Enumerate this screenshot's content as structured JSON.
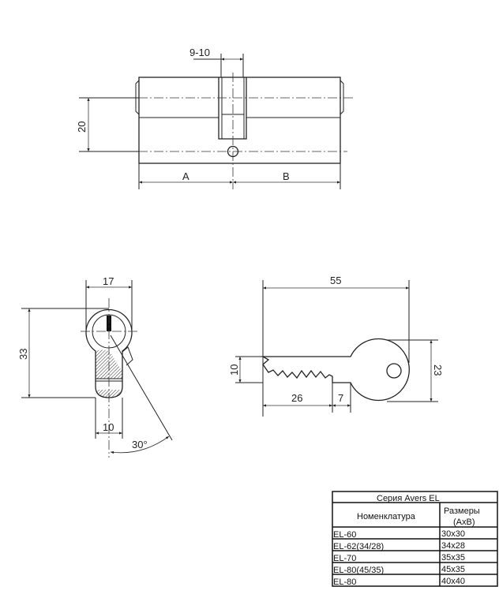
{
  "cylinder_front": {
    "dim_cam": "9-10",
    "dim_height": "20",
    "dim_a": "A",
    "dim_b": "B"
  },
  "cylinder_side": {
    "dim_width": "17",
    "dim_height": "33",
    "dim_bottom": "10",
    "dim_angle": "30°"
  },
  "key": {
    "dim_length": "55",
    "dim_blade": "10",
    "dim_bow": "23",
    "dim_cut": "26",
    "dim_shoulder": "7"
  },
  "table": {
    "title": "Серия Avers EL",
    "headers": [
      "Номенклатура",
      "Размеры",
      "(AxB)"
    ],
    "rows": [
      {
        "name": "EL-60",
        "size": "30x30"
      },
      {
        "name": "EL-62(34/28)",
        "size": "34x28"
      },
      {
        "name": "EL-70",
        "size": "35x35"
      },
      {
        "name": "EL-80(45/35)",
        "size": "45x35"
      },
      {
        "name": "EL-80",
        "size": "40x40"
      }
    ]
  }
}
